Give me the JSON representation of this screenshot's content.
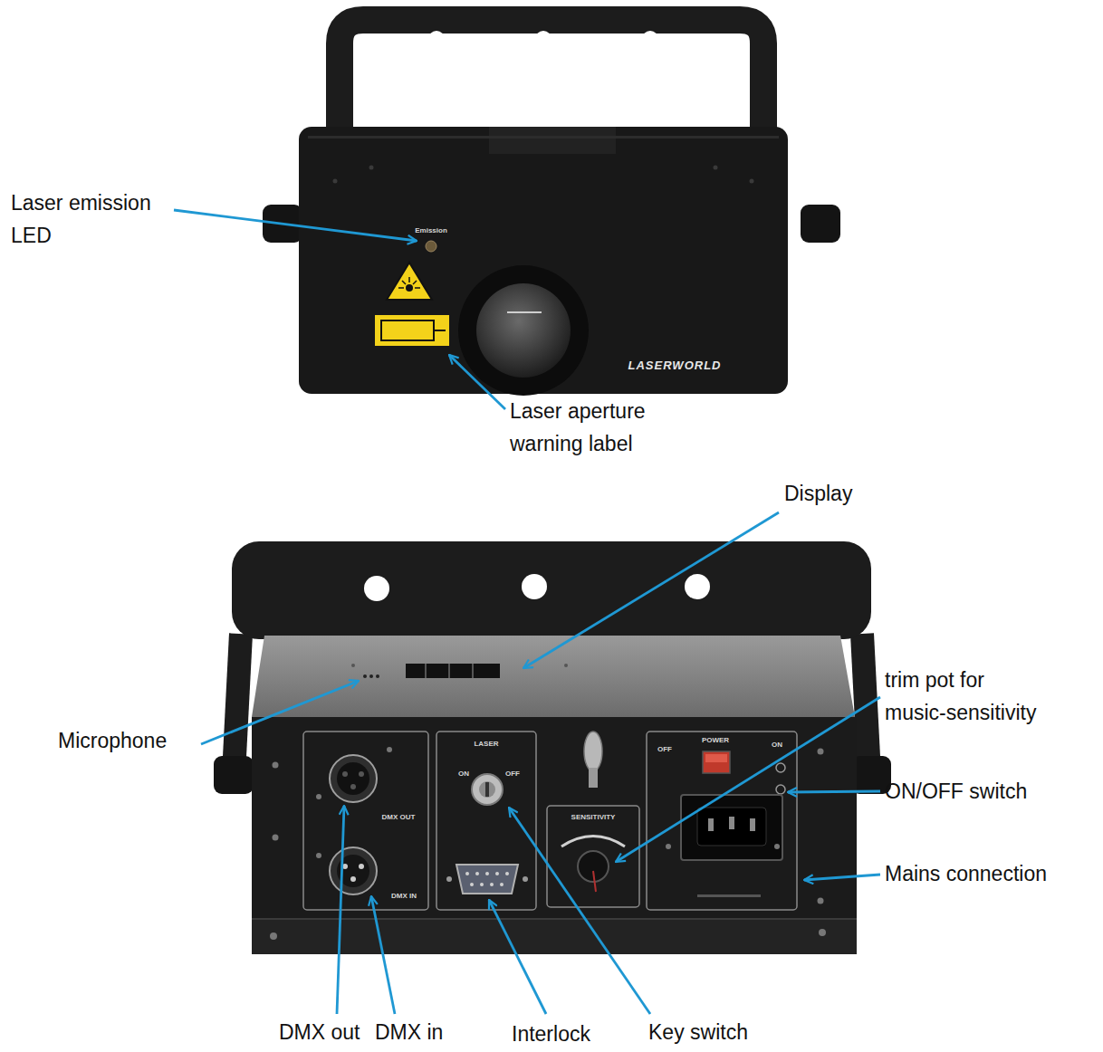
{
  "diagram": {
    "labels": [
      "Laser emission LED",
      "Emission",
      "LASERWORLD",
      "Laser aperture warning label",
      "Display",
      "Microphone",
      "LASER",
      "ON",
      "OFF",
      "SENSITIVITY",
      "POWER",
      "OFF",
      "ON",
      "trim pot for music-sensitivity",
      "ON/OFF switch",
      "DMX OUT",
      "DMX IN",
      "Mains connection",
      "DMX out",
      "DMX in",
      "Interlock",
      "Key switch"
    ]
  }
}
